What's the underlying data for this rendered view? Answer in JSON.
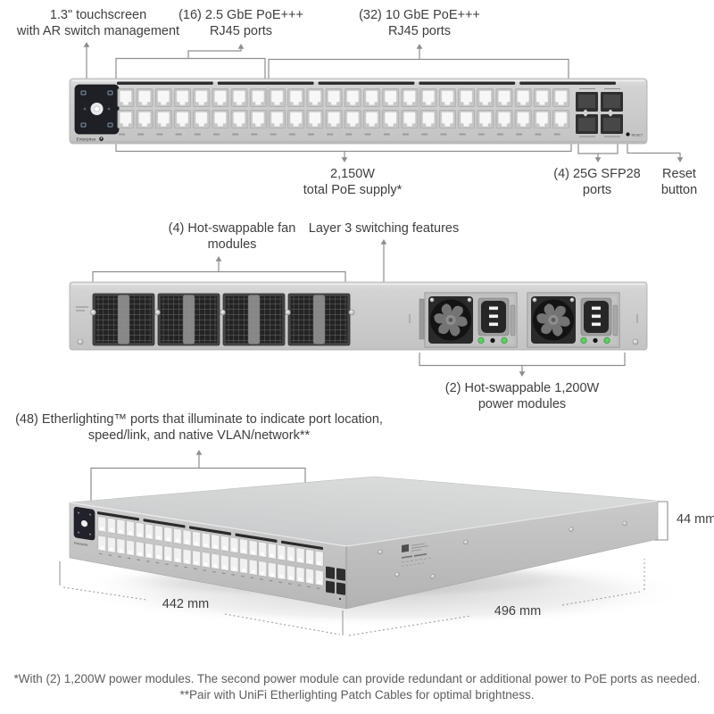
{
  "callouts": {
    "touchscreen": {
      "line1": "1.3\" touchscreen",
      "line2": "with AR switch management"
    },
    "ports16": {
      "line1": "(16) 2.5 GbE PoE+++",
      "line2": "RJ45 ports"
    },
    "ports32": {
      "line1": "(32) 10 GbE PoE+++",
      "line2": "RJ45 ports"
    },
    "poe": {
      "line1": "2,150W",
      "line2": "total PoE supply*"
    },
    "sfp": {
      "line1": "(4) 25G SFP28",
      "line2": "ports"
    },
    "reset": {
      "line1": "Reset",
      "line2": "button"
    },
    "fans": {
      "line1": "(4) Hot-swappable fan",
      "line2": "modules"
    },
    "layer3": {
      "line1": "Layer 3 switching features"
    },
    "psu": {
      "line1": "(2) Hot-swappable 1,200W",
      "line2": "power modules"
    },
    "etherlighting": {
      "line1": "(48) Etherlighting™ ports that illuminate to indicate port location,",
      "line2": "speed/link, and native VLAN/network**"
    }
  },
  "dimensions": {
    "width_mm": "442 mm",
    "depth_mm": "496 mm",
    "height_mm": "44 mm"
  },
  "device": {
    "brand": "Enterprise",
    "reset_label": "RESET"
  },
  "footnotes": {
    "line1": "*With (2) 1,200W power modules. The second power module can provide redundant or additional power to PoE ports as needed.",
    "line2": "**Pair with UniFi Etherlighting Patch Cables for optimal brightness."
  },
  "colors": {
    "callout_text": "#3e3e3e",
    "footnote_text": "#5d5d5d",
    "connector_line": "#8e8e8e",
    "chassis_gray": "#cccccc",
    "etherlight_bar": "#2a2a2a",
    "screen_dark": "#1f1f26",
    "led_green": "#5fcf62"
  }
}
